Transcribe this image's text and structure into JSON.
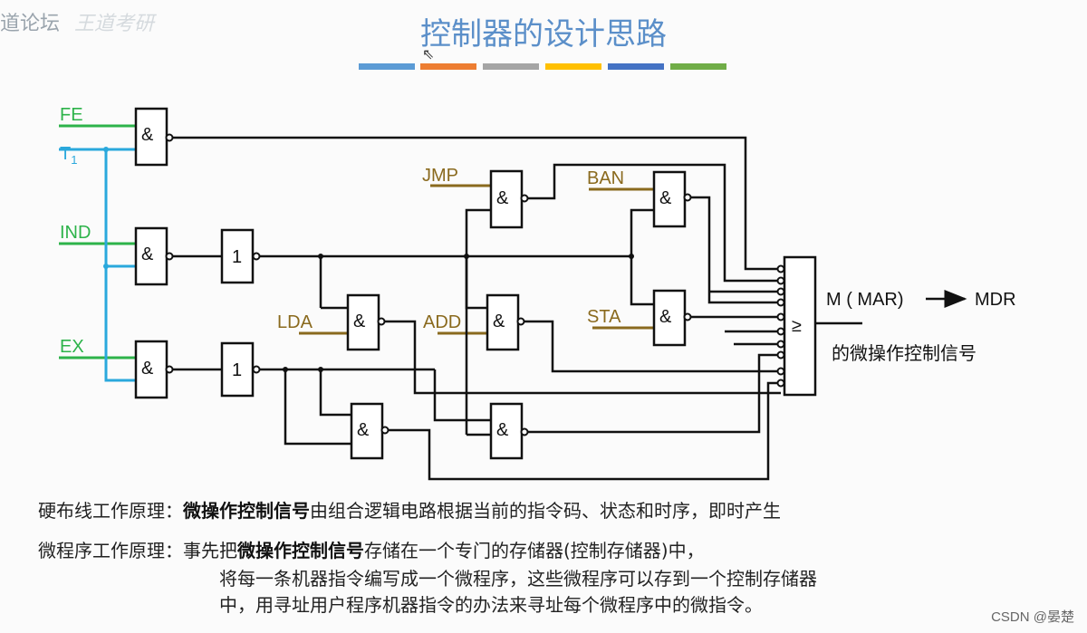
{
  "watermark": {
    "text": "道论坛",
    "logo_text": "王道考研"
  },
  "title": "控制器的设计思路",
  "decor_bar_colors": [
    "#5b9bd5",
    "#ed7d31",
    "#a5a5a5",
    "#ffc000",
    "#4472c4",
    "#70ad47"
  ],
  "inputs": {
    "fe": "FE",
    "t1": "T",
    "t1_sub": "1",
    "ind": "IND",
    "ex": "EX",
    "jmp": "JMP",
    "ban": "BAN",
    "lda": "LDA",
    "add": "ADD",
    "sta": "STA"
  },
  "gate_symbols": {
    "and": "&",
    "not": "1",
    "or": "≥"
  },
  "output": {
    "label_1": "M ( MAR)",
    "label_2": "MDR",
    "label_3": "的微操作控制信号"
  },
  "colors": {
    "green": "#2db34a",
    "cyan": "#2aa8dc",
    "brown": "#8a6a1e",
    "wire": "#111111"
  },
  "desc": {
    "hardwired_label": "硬布线工作原理：",
    "hardwired_bold": "微操作控制信号",
    "hardwired_rest": "由组合逻辑电路根据当前的指令码、状态和时序，即时产生",
    "micro_label": "微程序工作原理：",
    "micro_1a": "事先把",
    "micro_1b": "微操作控制信号",
    "micro_1c": "存储在一个专门的存储器(控制存储器)中，",
    "micro_2": "将每一条机器指令编写成一个微程序，这些微程序可以存到一个控制存储器",
    "micro_3": "中，用寻址用户程序机器指令的办法来寻址每个微程序中的微指令。"
  },
  "footer": "CSDN @晏楚"
}
